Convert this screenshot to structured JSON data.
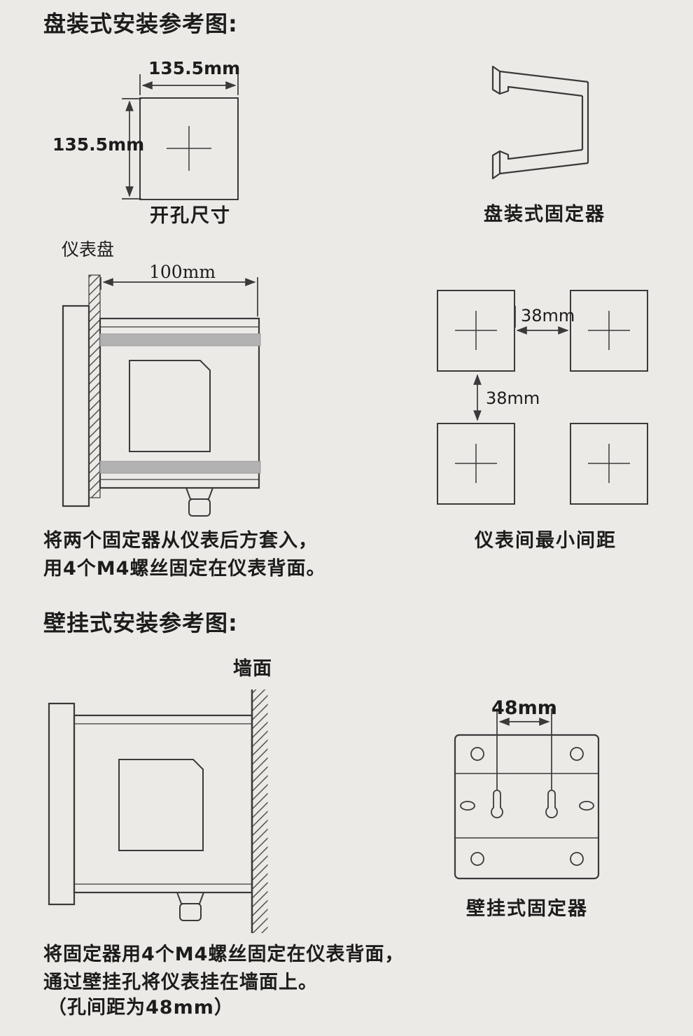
{
  "colors": {
    "background": "#eceae7",
    "line": "#3a3a3a",
    "text": "#1c1c1c",
    "fixer_bar": "#b2b2b2"
  },
  "panel_section": {
    "title": "盘装式安装参考图:",
    "cutout": {
      "width_label": "135.5mm",
      "height_label": "135.5mm",
      "caption": "开孔尺寸"
    },
    "bracket_caption": "盘装式固定器",
    "side_view": {
      "panel_label": "仪表盘",
      "depth_label": "100mm"
    },
    "spacing": {
      "horizontal_label": "38mm",
      "vertical_label": "38mm",
      "caption": "仪表间最小间距"
    },
    "note_lines": [
      "将两个固定器从仪表后方套入，",
      "用4个M4螺丝固定在仪表背面。"
    ]
  },
  "wall_section": {
    "title": "壁挂式安装参考图:",
    "wall_label": "墙面",
    "plate": {
      "dim_label": "48mm",
      "caption": "壁挂式固定器"
    },
    "note_lines": [
      "将固定器用4个M4螺丝固定在仪表背面，",
      "通过壁挂孔将仪表挂在墙面上。",
      "（孔间距为48mm）"
    ]
  }
}
